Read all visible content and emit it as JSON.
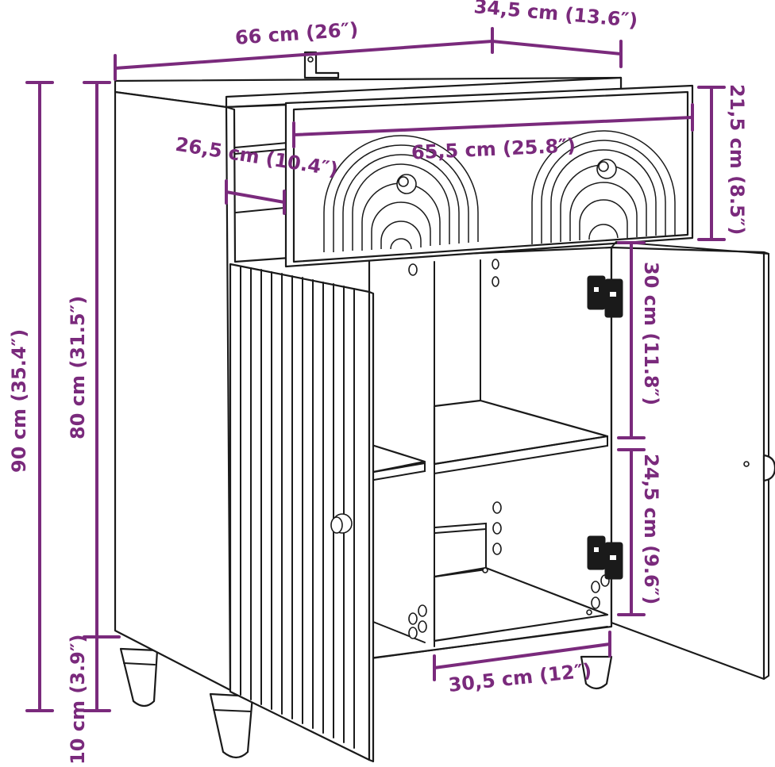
{
  "dimensions": {
    "width": "66 cm (26″)",
    "depth": "34,5 cm (13.6″)",
    "drawer_width": "65,5 cm (25.8″)",
    "drawer_height": "21,5 cm (8.5″)",
    "drawer_depth": "26,5 cm (10.4″)",
    "upper_compartment": "30 cm (11.8″)",
    "lower_compartment": "24,5 cm (9.6″)",
    "inner_width": "30,5 cm (12″)",
    "total_height": "90 cm (35.4″)",
    "body_height": "80 cm (31.5″)",
    "leg_height": "10 cm (3.9″)"
  },
  "colors": {
    "dimension": "#7a2a7c",
    "outline": "#1a1a1a",
    "background": "#ffffff"
  }
}
